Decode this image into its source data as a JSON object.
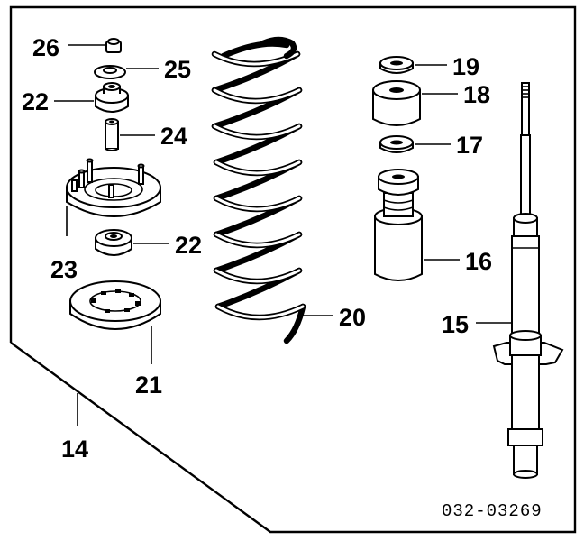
{
  "diagram": {
    "drawing_number": "032-03269",
    "parts": [
      {
        "id": "p26",
        "label": "26",
        "icon": "nut-icon"
      },
      {
        "id": "p25",
        "label": "25",
        "icon": "washer-icon"
      },
      {
        "id": "p22a",
        "label": "22",
        "icon": "bushing-icon"
      },
      {
        "id": "p24",
        "label": "24",
        "icon": "collar-icon"
      },
      {
        "id": "p23",
        "label": "23",
        "icon": "mount-base-icon"
      },
      {
        "id": "p22b",
        "label": "22",
        "icon": "bushing-icon"
      },
      {
        "id": "p21",
        "label": "21",
        "icon": "spring-seat-icon"
      },
      {
        "id": "p20",
        "label": "20",
        "icon": "coil-spring-icon"
      },
      {
        "id": "p19",
        "label": "19",
        "icon": "washer-icon"
      },
      {
        "id": "p18",
        "label": "18",
        "icon": "bushing-icon"
      },
      {
        "id": "p17",
        "label": "17",
        "icon": "washer-icon"
      },
      {
        "id": "p16",
        "label": "16",
        "icon": "dust-boot-icon"
      },
      {
        "id": "p15",
        "label": "15",
        "icon": "shock-absorber-icon"
      },
      {
        "id": "p14",
        "label": "14",
        "icon": "assembly-leader"
      }
    ]
  }
}
